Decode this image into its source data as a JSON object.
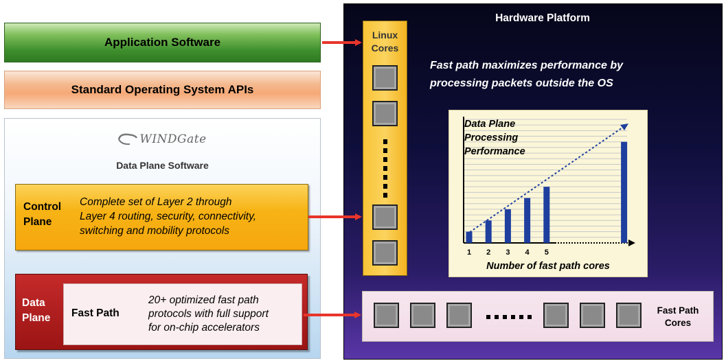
{
  "left": {
    "app_software": "Application Software",
    "os_apis": "Standard Operating System APIs",
    "logo_text": "WINDGate",
    "data_plane_software": "Data Plane Software",
    "control_plane": {
      "label_line1": "Control",
      "label_line2": "Plane",
      "desc_line1": "Complete set of Layer 2 through",
      "desc_line2": "Layer 4 routing, security, connectivity,",
      "desc_line3": "switching and mobility protocols"
    },
    "data_plane": {
      "label_line1": "Data",
      "label_line2": "Plane",
      "fast_path": "Fast Path",
      "desc_line1": "20+ optimized fast path",
      "desc_line2": "protocols with full support",
      "desc_line3": "for on-chip accelerators"
    }
  },
  "right": {
    "title": "Hardware Platform",
    "desc_line1": "Fast path maximizes performance by",
    "desc_line2": "processing packets outside the OS",
    "linux_cores_line1": "Linux",
    "linux_cores_line2": "Cores",
    "fast_path_cores_line1": "Fast Path",
    "fast_path_cores_line2": "Cores"
  },
  "chart_data": {
    "type": "bar",
    "title_line1": "Data Plane",
    "title_line2": "Processing",
    "title_line3": "Performance",
    "xlabel": "Number of fast path cores",
    "categories": [
      "1",
      "2",
      "3",
      "4",
      "5",
      "",
      "",
      "",
      ""
    ],
    "values": [
      1,
      2,
      3,
      4,
      5,
      0,
      0,
      0,
      9
    ],
    "ylim": [
      0,
      11
    ],
    "grid": true,
    "trendline": "dotted arrow rising left to right"
  },
  "colors": {
    "control_plane": "#f7b315",
    "data_plane": "#9b1414",
    "bars": "#1f3f9f",
    "arrows": "#e8352b"
  }
}
